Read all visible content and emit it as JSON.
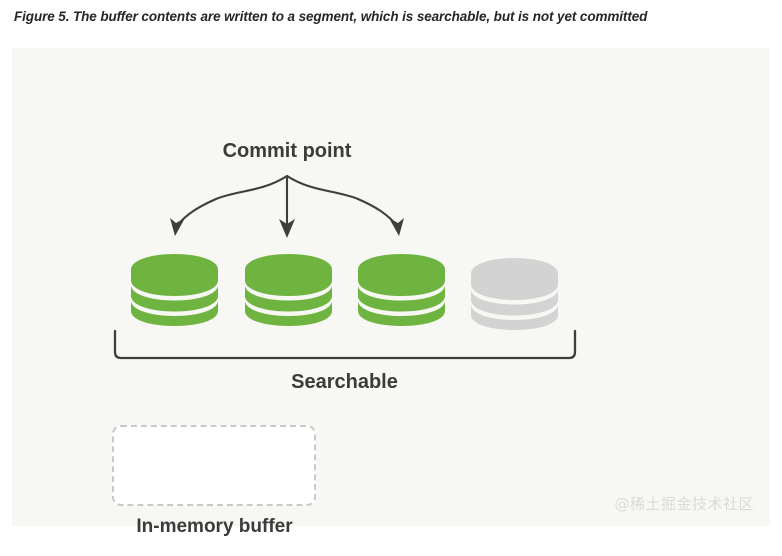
{
  "caption": "Figure 5. The buffer contents are written to a segment, which is searchable, but is not yet committed",
  "figure": {
    "background_color": "#f7f8f3",
    "commit_point_label": "Commit point",
    "searchable_label": "Searchable",
    "buffer_label": "In-memory buffer",
    "arrow_color": "#3f3f3a",
    "bracket_color": "#3f3f3a",
    "buffer_border_color": "#c9c9c9",
    "buffer_fill_color": "#ffffff",
    "arrows": [
      {
        "name": "arrow-left",
        "target_segment": 1
      },
      {
        "name": "arrow-middle",
        "target_segment": 2
      },
      {
        "name": "arrow-right",
        "target_segment": 3
      }
    ],
    "segments": [
      {
        "label": "segment-1",
        "state": "committed-searchable",
        "color": "#6fb440"
      },
      {
        "label": "segment-2",
        "state": "committed-searchable",
        "color": "#6fb440"
      },
      {
        "label": "segment-3",
        "state": "committed-searchable",
        "color": "#6fb440"
      },
      {
        "label": "segment-4",
        "state": "uncommitted",
        "color": "#d3d3d3"
      }
    ]
  },
  "watermark": "@稀土掘金技术社区"
}
